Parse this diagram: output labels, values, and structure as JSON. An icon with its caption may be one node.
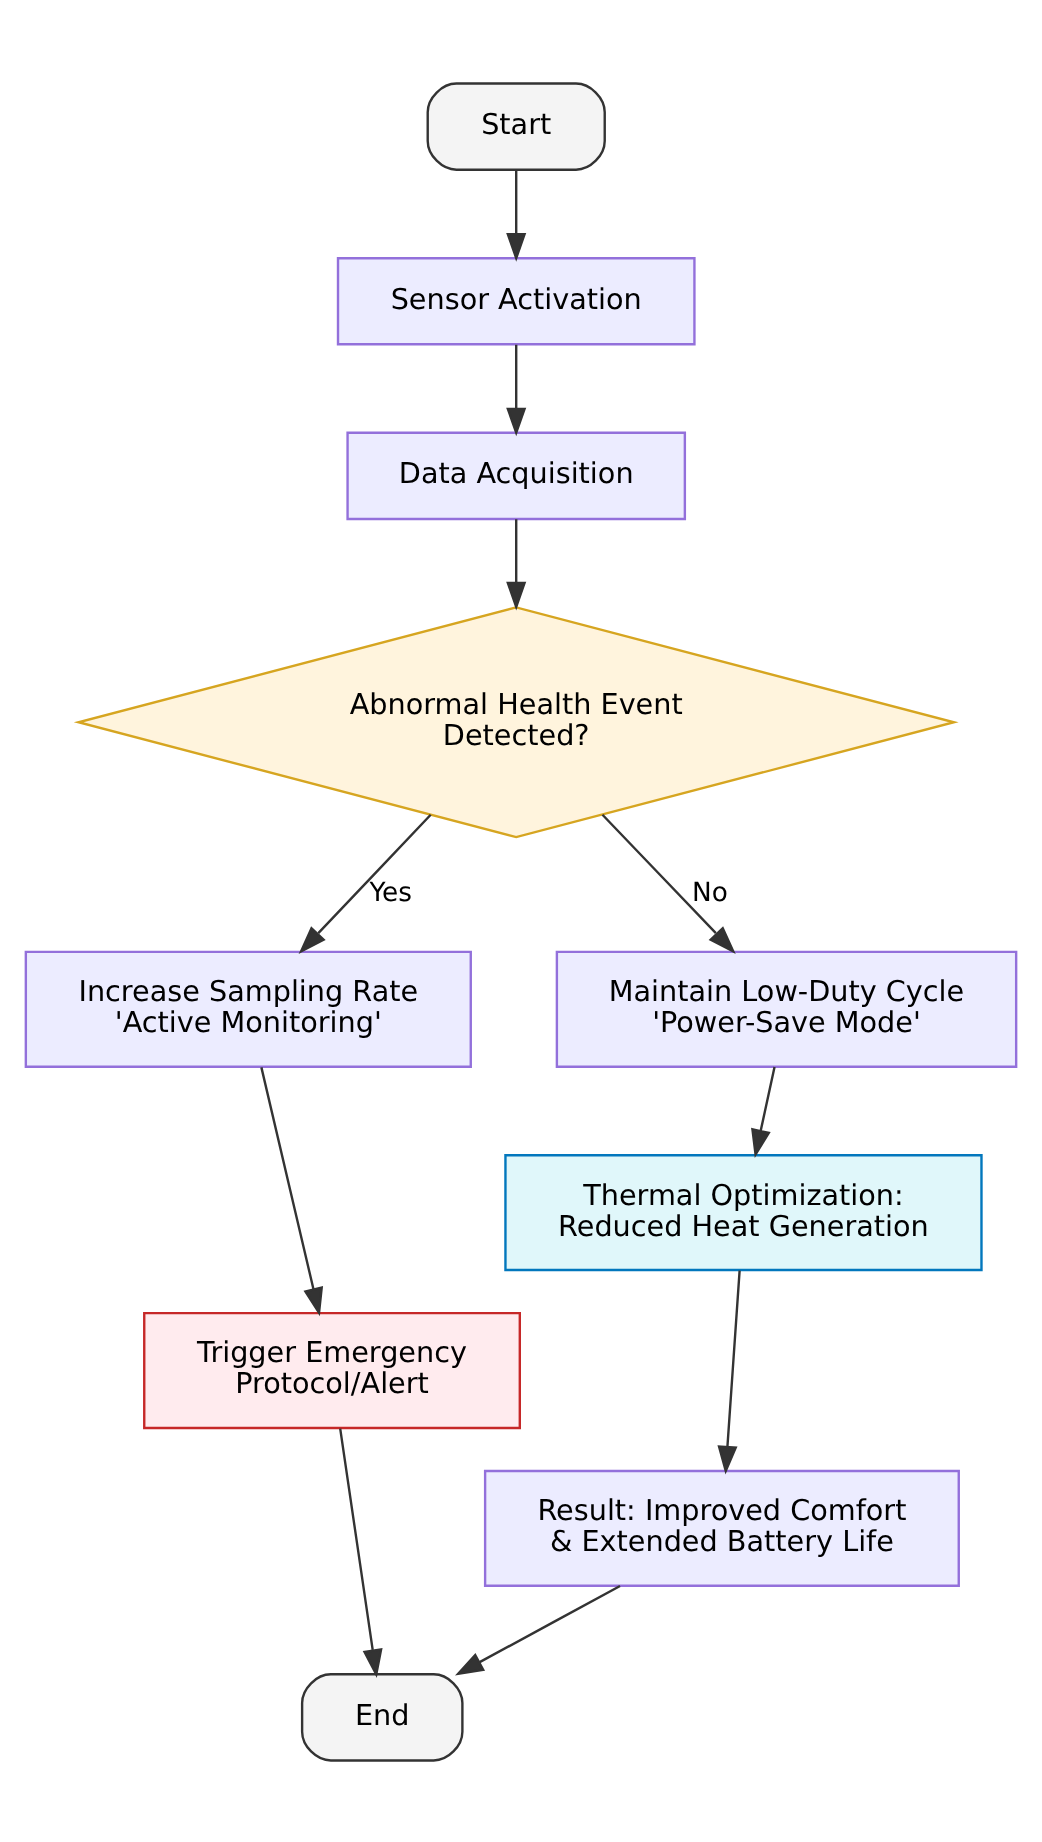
{
  "diagram": {
    "nodes": [
      {
        "text": [
          "Start"
        ]
      },
      {
        "text": [
          "Sensor Activation"
        ]
      },
      {
        "text": [
          "Data Acquisition"
        ]
      },
      {
        "text": [
          "Abnormal Health Event Detected?"
        ]
      },
      {
        "text": [
          "Increase Sampling Rate 'Active Monitoring'"
        ]
      },
      {
        "text": [
          "Maintain Low-Duty Cycle 'Power-Save Mode'"
        ]
      },
      {
        "text": [
          "Trigger Emergency Protocol/Alert"
        ]
      },
      {
        "text": [
          "Thermal Optimization: Reduced Heat Generation"
        ]
      },
      {
        "text": [
          "Result: Improved Comfort & Extended Battery Life"
        ]
      },
      {
        "text": [
          "End"
        ]
      }
    ],
    "edges": [
      {
        "from": 0,
        "to": 1,
        "arrow": "to"
      },
      {
        "from": 1,
        "to": 2,
        "arrow": "to"
      },
      {
        "from": 2,
        "to": 3,
        "arrow": "to"
      },
      {
        "from": 3,
        "to": 4,
        "arrow": "to",
        "label": "Yes"
      },
      {
        "from": 3,
        "to": 5,
        "arrow": "to",
        "label": "No"
      },
      {
        "from": 4,
        "to": 6,
        "arrow": "to"
      },
      {
        "from": 5,
        "to": 7,
        "arrow": "to"
      },
      {
        "from": 7,
        "to": 8,
        "arrow": "to"
      },
      {
        "from": 6,
        "to": 9,
        "arrow": "to"
      },
      {
        "from": 8,
        "to": 9,
        "arrow": "to"
      }
    ]
  }
}
